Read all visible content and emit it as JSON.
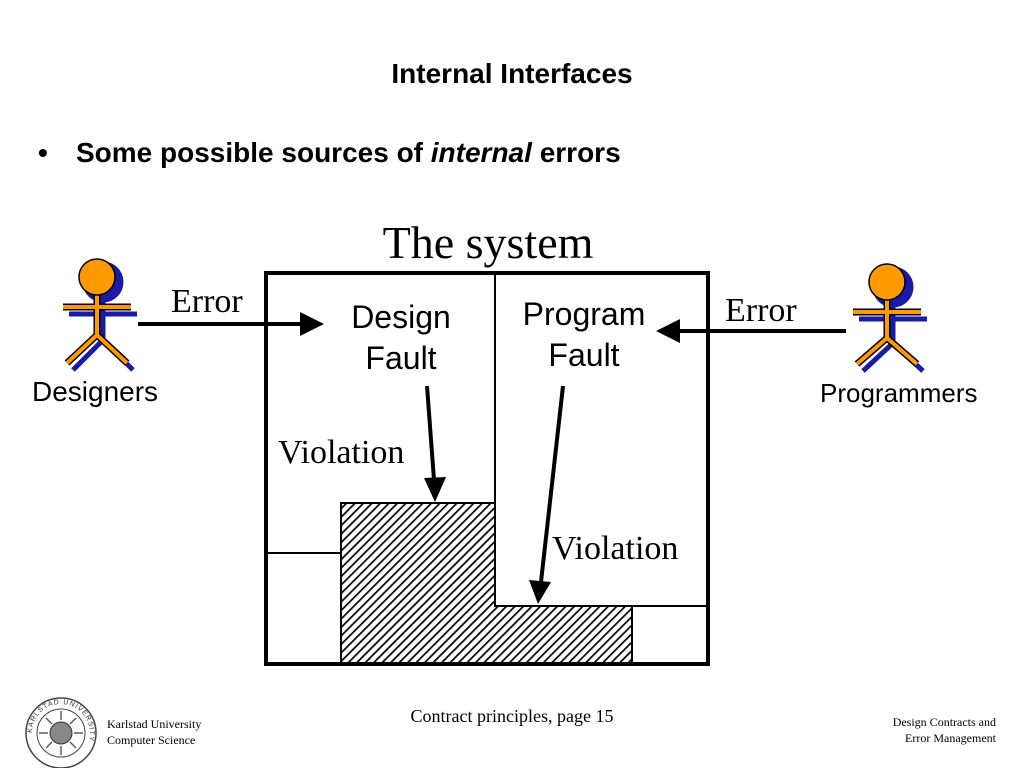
{
  "slide": {
    "title": "Internal Interfaces",
    "bullet": {
      "marker": "•",
      "text_before": "Some possible sources of ",
      "text_italic": "internal",
      "text_after": " errors"
    }
  },
  "diagram": {
    "title": "The system",
    "left_actor": {
      "label": "Designers",
      "icon": "stick-figure-icon"
    },
    "right_actor": {
      "label": "Programmers",
      "icon": "stick-figure-icon"
    },
    "left_error_label": "Error",
    "right_error_label": "Error",
    "design_fault": {
      "line1": "Design",
      "line2": "Fault"
    },
    "program_fault": {
      "line1": "Program",
      "line2": "Fault"
    },
    "violation_left": "Violation",
    "violation_right": "Violation",
    "colors": {
      "actor_fill": "#FF9900",
      "actor_shadow": "#1a1aa6",
      "outline": "#000000"
    }
  },
  "footer": {
    "left_line1": "Karlstad University",
    "left_line2": "Computer Science",
    "center": "Contract principles, page 15",
    "right_line1": "Design Contracts and",
    "right_line2": "Error Management",
    "seal_text": "KARLSTAD UNIVERSITY",
    "seal_icon": "university-seal-icon"
  }
}
